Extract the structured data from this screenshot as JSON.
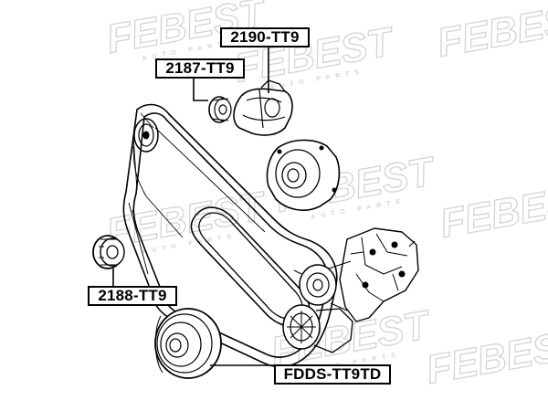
{
  "watermark": {
    "brand": "FEBEST",
    "tagline": "AUTO PARTS"
  },
  "parts": [
    {
      "id": "tensioner",
      "label": "2190-TT9"
    },
    {
      "id": "idler_upper",
      "label": "2187-TT9"
    },
    {
      "id": "idler_lower",
      "label": "2188-TT9"
    },
    {
      "id": "crank_pulley",
      "label": "FDDS-TT9TD"
    }
  ],
  "colors": {
    "line": "#000000",
    "watermark": "#d4d4d4",
    "background": "#ffffff"
  }
}
